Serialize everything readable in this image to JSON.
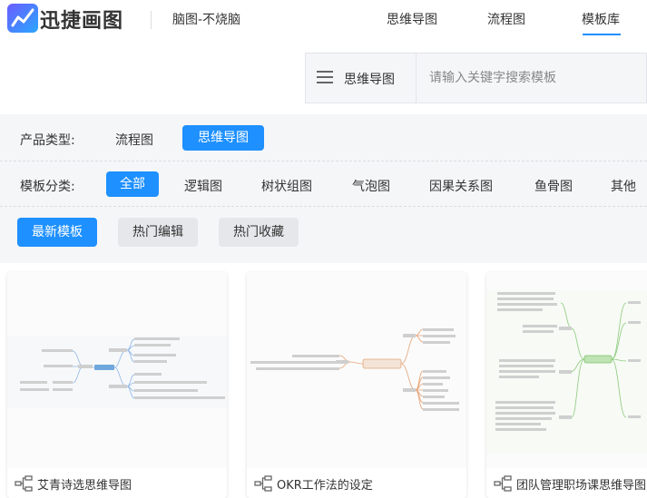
{
  "header": {
    "brand": "迅捷画图",
    "slogan": "脑图-不烧脑",
    "nav": [
      "思维导图",
      "流程图",
      "模板库"
    ],
    "active_nav": "模板库",
    "accent": "#1e90ff"
  },
  "search": {
    "type_label": "思维导图",
    "placeholder": "请输入关键字搜索模板"
  },
  "filters": {
    "product_label": "产品类型:",
    "products": [
      "流程图",
      "思维导图"
    ],
    "active_product": "思维导图",
    "category_label": "模板分类:",
    "categories": [
      "全部",
      "逻辑图",
      "树状组图",
      "气泡图",
      "因果关系图",
      "鱼骨图",
      "其他"
    ],
    "active_category": "全部",
    "sorts": [
      "最新模板",
      "热门编辑",
      "热门收藏"
    ],
    "active_sort": "最新模板"
  },
  "cards": [
    {
      "title": "艾青诗选思维导图",
      "thumb_icon": "mindmap-thumbnail"
    },
    {
      "title": "OKR工作法的设定",
      "thumb_icon": "mindmap-thumbnail"
    },
    {
      "title": "团队管理职场课思维导图",
      "thumb_icon": "mindmap-thumbnail"
    }
  ]
}
